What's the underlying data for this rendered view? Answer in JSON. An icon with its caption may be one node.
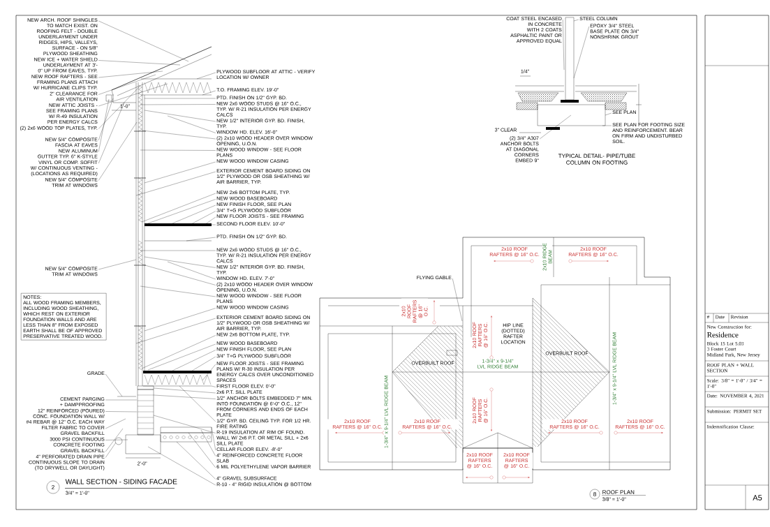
{
  "diagram": {
    "nodes": [
      {
        "text": [
          "NEW ARCH. ROOF SHINGLES TO MATCH EXIST. ON ROOFING FELT - DOUBLE UNDERLAYMENT UNDER RIDGES, HIPS, VALLEYS, SURFACE - ON 5/8\" PLYWOOD SHEATHING"
        ]
      },
      {
        "text": [
          "NEW ICE + WATER SHIELD UNDERLAYMENT AT 3'-0\" UP FROM EAVES, TYP."
        ]
      },
      {
        "text": [
          "NEW ROOF RAFTERS - SEE FRAMING PLANS ATTACH W/ HURRICANE CLIPS TYP."
        ]
      },
      {
        "text": [
          "2\" CLEARANCE FOR AIR VENTILATION"
        ]
      },
      {
        "text": [
          "NEW ATTIC JOISTS - SEE FRAMING PLANS W/ R-49 INSULATION PER ENERGY CALCS"
        ]
      },
      {
        "text": [
          "(2) 2x6 WOOD TOP PLATES, TYP."
        ]
      },
      {
        "text": [
          "NEW 5/4\" COMPOSITE FASCIA AT EAVES"
        ]
      },
      {
        "text": [
          "NEW ALUMINUM GUTTER TYP. 6\" K-STYLE"
        ]
      },
      {
        "text": [
          "VINYL OR COMP. SOFFIT W/ CONTINUOUS VENTING - (LOCATIONS AS REQUIRED)"
        ]
      },
      {
        "text": [
          "NEW 5/4\" COMPOSITE TRIM AT WINDOWS"
        ]
      },
      {
        "text": [
          "NEW 5/4\" COMPOSITE TRIM AT WINDOWS"
        ]
      },
      {
        "text": [
          "NOTES:",
          "ALL WOOD FRAMING MEMBERS, INCLUDING WOOD SHEATHING, WHICH REST ON EXTERIOR FOUNDATION WALLS AND ARE LESS THAN 8\" FROM EXPOSED EARTH SHALL BE OF APPROVED PRESERVATIVE TREATED WOOD."
        ]
      },
      {
        "text": [
          "GRADE"
        ]
      },
      {
        "text": [
          "CEMENT PARGING + DAMPPROOFING"
        ]
      },
      {
        "text": [
          "12\" REINFORCED (POURED) CONC. FOUNDATION WALL W/ #4 REBAR @ 12\" O.C. EACH WAY"
        ]
      },
      {
        "text": [
          "FILTER FABRIC TO COVER GRAVEL BACKFILL"
        ]
      },
      {
        "text": [
          "3000 PSI CONTINUOUS CONCRETE FOOTING"
        ]
      },
      {
        "text": [
          "GRAVEL BACKFILL"
        ]
      },
      {
        "text": [
          "4\" PERFORATED DRAIN PIPE CONTINUOUS SLOPE TO DRAIN (TO DRYWELL OR DAYLIGHT)"
        ]
      },
      {
        "text": [
          "PLYWOOD SUBFLOOR AT ATTIC - VERIFY LOCATION W/ OWNER"
        ]
      },
      {
        "text": [
          "T.O. FRAMING ELEV. 19'-0\""
        ]
      },
      {
        "text": [
          "PTD. FINISH ON 1/2\" GYP. BD."
        ]
      },
      {
        "text": [
          "NEW 2x6 WOOD STUDS @ 16\" O.C., TYP. W/ R-21 INSULATION PER ENERGY CALCS"
        ]
      },
      {
        "text": [
          "NEW 1/2\" INTERIOR GYP. BD. FINISH, TYP."
        ]
      },
      {
        "text": [
          "WINDOW HD. ELEV. 16'-0\""
        ]
      },
      {
        "text": [
          "(2) 2x10 WOOD HEADER OVER WINDOW OPENING, U.O.N."
        ]
      },
      {
        "text": [
          "NEW WOOD WINDOW - SEE FLOOR PLANS"
        ]
      },
      {
        "text": [
          "NEW WOOD WINDOW CASING"
        ]
      },
      {
        "text": [
          "EXTERIOR CEMENT BOARD SIDING ON 1/2\" PLYWOOD OR OSB SHEATHING W/ AIR BARRIER, TYP."
        ]
      },
      {
        "text": [
          "NEW 2x6 BOTTOM PLATE, TYP."
        ]
      },
      {
        "text": [
          "NEW WOOD BASEBOARD"
        ]
      },
      {
        "text": [
          "NEW FINISH FLOOR, SEE PLAN"
        ]
      },
      {
        "text": [
          "3/4\" T+G PLYWOOD SUBFLOOR"
        ]
      },
      {
        "text": [
          "NEW FLOOR JOISTS - SEE FRAMING"
        ]
      },
      {
        "text": [
          "SECOND FLOOR ELEV. 10'-0\""
        ]
      },
      {
        "text": [
          "PTD. FINISH ON 1/2\" GYP. BD."
        ]
      },
      {
        "text": [
          "NEW 2x6 WOOD STUDS @ 16\" O.C., TYP. W/ R-21 INSULATION PER ENERGY CALCS"
        ]
      },
      {
        "text": [
          "NEW 1/2\" INTERIOR GYP. BD. FINISH, TYP."
        ]
      },
      {
        "text": [
          "WINDOW HD. ELEV. 7'-0\""
        ]
      },
      {
        "text": [
          "(2) 2x10 WOOD HEADER OVER WINDOW OPENING, U.O.N."
        ]
      },
      {
        "text": [
          "NEW WOOD WINDOW - SEE FLOOR PLANS"
        ]
      },
      {
        "text": [
          "NEW WOOD WINDOW CASING"
        ]
      },
      {
        "text": [
          "EXTERIOR CEMENT BOARD SIDING ON 1/2\" PLYWOOD OR OSB SHEATHING W/ AIR BARRIER, TYP."
        ]
      },
      {
        "text": [
          "NEW 2x6 BOTTOM PLATE, TYP."
        ]
      },
      {
        "text": [
          "NEW WOOD BASEBOARD"
        ]
      },
      {
        "text": [
          "NEW FINISH FLOOR, SEE PLAN"
        ]
      },
      {
        "text": [
          "3/4\" T+G PLYWOOD SUBFLOOR"
        ]
      },
      {
        "text": [
          "NEW FLOOR JOISTS - SEE FRAMING PLANS W/ R-30 INSULATION PER ENERGY CALCS OVER UNCONDITIONED SPACES"
        ]
      },
      {
        "text": [
          "FIRST FLOOR ELEV. 0'-0\""
        ]
      },
      {
        "text": [
          "2x6 P.T. SILL PLATE"
        ]
      },
      {
        "text": [
          "1/2\" ANCHOR BOLTS EMBEDDED 7\" MIN. INTO FOUNDATION @ 6'-0\" O.C., 12\" FROM CORNERS AND ENDS OF EACH PLATE"
        ]
      },
      {
        "text": [
          "1/2\" GYP. BD. CEILING TYP. FOR 1/2 HR. FIRE RATING"
        ]
      },
      {
        "text": [
          "R-19 INSULATION AT RIM OF FOUND. WALL W/ 2x6 P.T. OR METAL SILL + 2x6 SILL PLATE"
        ]
      },
      {
        "text": [
          "CELLAR FLOOR ELEV. -8'-0\""
        ]
      },
      {
        "text": [
          "4\" REINFORCED CONCRETE FLOOR SLAB"
        ]
      },
      {
        "text": [
          "6 MIL POLYETHYLENE VAPOR BARRIER"
        ]
      },
      {
        "text": [
          "4\" GRAVEL SUBSURFACE"
        ]
      },
      {
        "text": [
          "R-10 - 4\" RIGID INSULATION @ BOTTOM"
        ]
      },
      {
        "text": [
          "COAT STEEL ENCASED IN CONCRETE WITH 2 COATS ASPHALTIC PAINT OR APPROVED EQUAL"
        ]
      },
      {
        "text": [
          "STEEL COLUMN"
        ],
        "in": 68
      },
      {
        "text": [
          "EPOXY 3/4\" STEEL BASE PLATE ON 3/4\" NONSHRINK GROUT"
        ],
        "in": 68
      },
      {
        "text": [
          "SEE PLAN"
        ],
        "in": 68
      },
      {
        "text": [
          "SEE PLAN FOR FOOTING SIZE AND REINFORCEMENT. BEAR ON FIRM AND UNDISTURBED SOIL."
        ]
      },
      {
        "text": [
          "(2) 3/4\" A307 ANCHOR BOLTS AT DIAGONAL CORNERS EMBED 9\""
        ]
      },
      {
        "text": [
          "FLYING GABLE"
        ]
      },
      {
        "text": [
          "2"
        ],
        "beside": [
          "WALL SECTION - SIDING FACADE",
          "3/4\" = 1'-0\""
        ]
      },
      {
        "text": [
          "8"
        ],
        "beside": [
          "ROOF PLAN",
          "3/8\" = 1'-0\""
        ]
      },
      {
        "text": [],
        "shape": "picture",
        "beside": [
          "2'-0\""
        ]
      },
      {
        "text": [],
        "shape": "picture"
      },
      {
        "text": [],
        "shape": "picture"
      }
    ],
    "edges": [
      {
        "from": 0,
        "to": 67,
        "arrow": "none"
      },
      {
        "from": 1,
        "to": 67,
        "arrow": "none"
      },
      {
        "from": 2,
        "to": 67,
        "arrow": "none"
      },
      {
        "from": 3,
        "to": 67,
        "arrow": "none"
      },
      {
        "from": 4,
        "to": 67,
        "arrow": "none"
      },
      {
        "from": 5,
        "to": 67,
        "arrow": "none"
      },
      {
        "from": 6,
        "to": 67,
        "arrow": "none"
      },
      {
        "from": 7,
        "to": 67,
        "arrow": "none"
      },
      {
        "from": 8,
        "to": 67,
        "arrow": "none"
      },
      {
        "from": 9,
        "to": 67,
        "arrow": "none"
      },
      {
        "from": 10,
        "to": 67,
        "arrow": "none"
      },
      {
        "from": 12,
        "to": 67,
        "arrow": "none"
      },
      {
        "from": 13,
        "to": 67,
        "arrow": "none"
      },
      {
        "from": 14,
        "to": 67,
        "arrow": "none"
      },
      {
        "from": 15,
        "to": 67,
        "arrow": "none"
      },
      {
        "from": 16,
        "to": 67,
        "arrow": "none"
      },
      {
        "from": 17,
        "to": 67,
        "arrow": "none"
      },
      {
        "from": 18,
        "to": 67,
        "arrow": "none"
      },
      {
        "from": 19,
        "to": 67,
        "arrow": "none"
      },
      {
        "from": 20,
        "to": 67,
        "arrow": "none"
      },
      {
        "from": 21,
        "to": 67,
        "arrow": "none"
      },
      {
        "from": 22,
        "to": 67,
        "arrow": "none"
      },
      {
        "from": 23,
        "to": 67,
        "arrow": "none"
      },
      {
        "from": 24,
        "to": 67,
        "arrow": "none"
      },
      {
        "from": 25,
        "to": 67,
        "arrow": "none"
      },
      {
        "from": 26,
        "to": 67,
        "arrow": "none"
      },
      {
        "from": 27,
        "to": 67,
        "arrow": "none"
      },
      {
        "from": 28,
        "to": 67,
        "arrow": "none"
      },
      {
        "from": 29,
        "to": 67,
        "arrow": "none"
      },
      {
        "from": 30,
        "to": 67,
        "arrow": "none"
      },
      {
        "from": 31,
        "to": 67,
        "arrow": "none"
      },
      {
        "from": 32,
        "to": 67,
        "arrow": "none"
      },
      {
        "from": 33,
        "to": 67,
        "arrow": "none"
      },
      {
        "from": 34,
        "to": 67,
        "arrow": "none"
      },
      {
        "from": 35,
        "to": 67,
        "arrow": "none"
      },
      {
        "from": 36,
        "to": 67,
        "arrow": "none"
      },
      {
        "from": 37,
        "to": 67,
        "arrow": "none"
      },
      {
        "from": 38,
        "to": 67,
        "arrow": "none"
      },
      {
        "from": 39,
        "to": 67,
        "arrow": "none"
      },
      {
        "from": 40,
        "to": 67,
        "arrow": "none"
      },
      {
        "from": 41,
        "to": 67,
        "arrow": "none"
      },
      {
        "from": 42,
        "to": 67,
        "arrow": "none"
      },
      {
        "from": 43,
        "to": 67,
        "arrow": "none"
      },
      {
        "from": 44,
        "to": 67,
        "arrow": "none"
      },
      {
        "from": 45,
        "to": 67,
        "arrow": "none"
      },
      {
        "from": 46,
        "to": 67,
        "arrow": "none"
      },
      {
        "from": 47,
        "to": 67,
        "arrow": "none"
      },
      {
        "from": 48,
        "to": 67,
        "arrow": "none"
      },
      {
        "from": 49,
        "to": 67,
        "arrow": "none"
      },
      {
        "from": 50,
        "to": 67,
        "arrow": "none"
      },
      {
        "from": 51,
        "to": 67,
        "arrow": "none"
      },
      {
        "from": 52,
        "to": 67,
        "arrow": "none"
      },
      {
        "from": 53,
        "to": 67,
        "arrow": "none"
      },
      {
        "from": 54,
        "to": 67,
        "arrow": "none"
      },
      {
        "from": 55,
        "to": 67,
        "arrow": "none"
      },
      {
        "from": 56,
        "to": 67,
        "arrow": "none"
      },
      {
        "from": 57,
        "to": 67,
        "arrow": "none"
      },
      {
        "from": 58,
        "to": 68,
        "arrow": "none"
      },
      {
        "from": 59,
        "to": 68,
        "arrow": "none"
      },
      {
        "from": 60,
        "to": 68,
        "arrow": "none"
      },
      {
        "from": 61,
        "to": 68,
        "arrow": "none"
      },
      {
        "from": 62,
        "to": 68,
        "arrow": "none"
      },
      {
        "from": 63,
        "to": 68,
        "arrow": "none"
      },
      {
        "from": 64,
        "to": 69,
        "arrow": "none"
      }
    ],
    "labels": [
      "1'-0\"",
      "1/4\"",
      "3\" CLEAR",
      "TYPICAL DETAIL- PIPE/TUBE COLUMN ON FOOTING",
      "2x10 ROOF RAFTERS @ 16\" O.C.",
      "2x10 ROOF RAFTERS @ 16\" O.C.",
      "2x10 ROOF RAFTERS @ 16\" O.C.",
      "2x10 ROOF RAFTERS @ 16\" O.C.",
      "2x10 ROOF RAFTERS @ 16\" O.C.",
      "2x10 ROOF RAFTERS @ 16\" O.C.",
      "2x10 ROOF RAFTERS @ 16\" O.C.",
      "2x10 ROOF RAFTERS @ 16\" O.C.",
      "2x10 ROOF RAFTERS @ 16\" O.C.",
      "2x10 ROOF RAFTERS @ 16\" O.C.",
      "2x10 ROOF RAFTERS @ 16\" O.C.",
      "2x10 RIDGE BEAM",
      "1-3/4\" x 9-1/4\" LVL RIDGE BEAM",
      "1-3/4\" x 9-1/4\" LVL RIDGE BEAM",
      "1-3/4\" x 9-1/4\" LVL RIDGE BEAM",
      "OVERBUILT ROOF",
      "OVERBUILT ROOF",
      "HIP LINE (DOTTED) RAFTER LOCATION",
      "#",
      "Date",
      "Revision",
      "New Construction for:",
      "Residence",
      "Block 15 Lot 5.03",
      "3 Foster Court",
      "Midland Park, New Jersey",
      "ROOF PLAN + WALL SECTION",
      "Scale: 3/8\" = 1'-0\" / 3/4\" = 1'-0\"",
      "Date: NOVEMBER 4, 2021",
      "Submission: PERMIT SET",
      "Indemnification Clause:",
      "A5"
    ]
  }
}
